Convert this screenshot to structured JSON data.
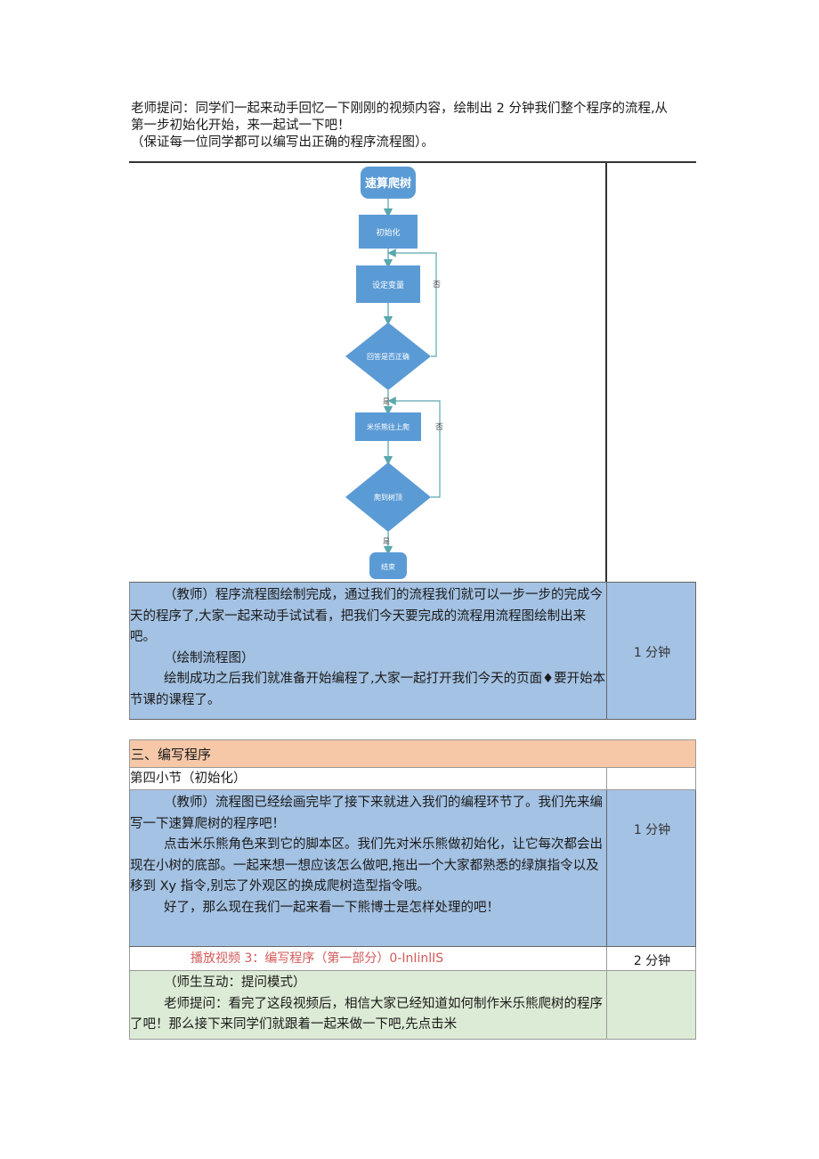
{
  "intro": {
    "line1": "老师提问：同学们一起来动手回忆一下刚刚的视频内容，绘制出 2 分钟我们整个程序的流程,从",
    "line2": "第一步初始化开始，来一起试一下吧！",
    "line3": "（保证每一位同学都可以编写出正确的程序流程图）。"
  },
  "flowchart": {
    "start": "速算爬树",
    "init": "初始化",
    "set_var": "设定变量",
    "check_answer": "回答是否正确",
    "climb": "米乐熊往上爬",
    "reach_top": "爬到树顶",
    "end": "结束",
    "no_label_1": "否",
    "no_label_2": "否",
    "yes_label_1": "是",
    "yes_label_2": "是"
  },
  "row_teacher": {
    "p1": "（教师）程序流程图绘制完成，通过我们的流程我们就可以一步一步的完成今天的程序了,大家一起来动手试试看，把我们今天要完成的流程用流程图绘制出来吧。",
    "p2": "（绘制流程图）",
    "p3": "绘制成功之后我们就准备开始编程了,大家一起打开我们今天的页面♦要开始本节课的课程了。",
    "time": "1 分钟"
  },
  "section": {
    "title": "三、编写程序"
  },
  "subsection": {
    "title": "第四小节（初始化）"
  },
  "row_init": {
    "p1": "（教师）流程图已经绘画完毕了接下来就进入我们的编程环节了。我们先来编写一下速算爬树的程序吧！",
    "p2": "点击米乐熊角色来到它的脚本区。我们先对米乐熊做初始化，让它每次都会出现在小树的底部。一起来想一想应该怎么做吧,拖出一个大家都熟悉的绿旗指令以及移到 Xy 指令,别忘了外观区的换成爬树造型指令哦。",
    "p3": "好了，那么现在我们一起来看一下熊博士是怎样处理的吧！",
    "time": "1 分钟"
  },
  "row_video": {
    "text": "播放视频 3：编写程序（第一部分）0-InIinlIS",
    "time": "2 分钟"
  },
  "row_interact": {
    "p1": "（师生互动：提问模式）",
    "p2": "老师提问：看完了这段视频后，相信大家已经知道如何制作米乐熊爬树的程序了吧！那么接下来同学们就跟着一起来做一下吧,先点击米"
  },
  "colors": {
    "blue_cell": "#a4c2e3",
    "salmon": "#f6c8a8",
    "green_cell": "#dcebd5",
    "red_text": "#d35a5a",
    "node_blue": "#5b9bd5",
    "arrow": "#5aa7ae"
  }
}
